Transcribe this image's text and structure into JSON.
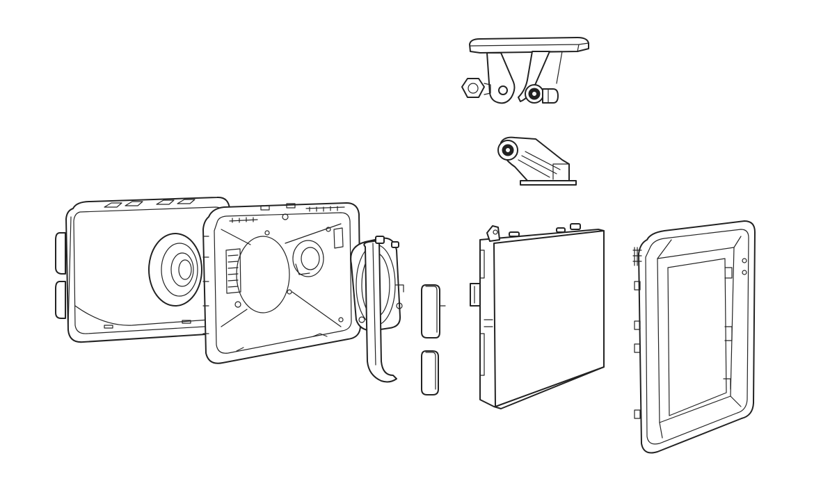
{
  "diagram": {
    "style": "exploded-view line drawing",
    "colors": {
      "line": "#222222",
      "background": "#ffffff"
    },
    "parts": [
      {
        "id": "rear-cover",
        "icon": "rear-housing-cover"
      },
      {
        "id": "inner-frame",
        "icon": "inner-chassis-frame"
      },
      {
        "id": "lens-ring",
        "icon": "lens-mount-ring"
      },
      {
        "id": "button-top",
        "icon": "side-button"
      },
      {
        "id": "button-bottom",
        "icon": "side-button"
      },
      {
        "id": "battery-module",
        "icon": "battery-pack"
      },
      {
        "id": "front-bezel",
        "icon": "front-bezel-frame"
      },
      {
        "id": "mount-bracket",
        "icon": "mounting-bracket"
      },
      {
        "id": "hinge-clip",
        "icon": "hinge-clip"
      }
    ]
  }
}
